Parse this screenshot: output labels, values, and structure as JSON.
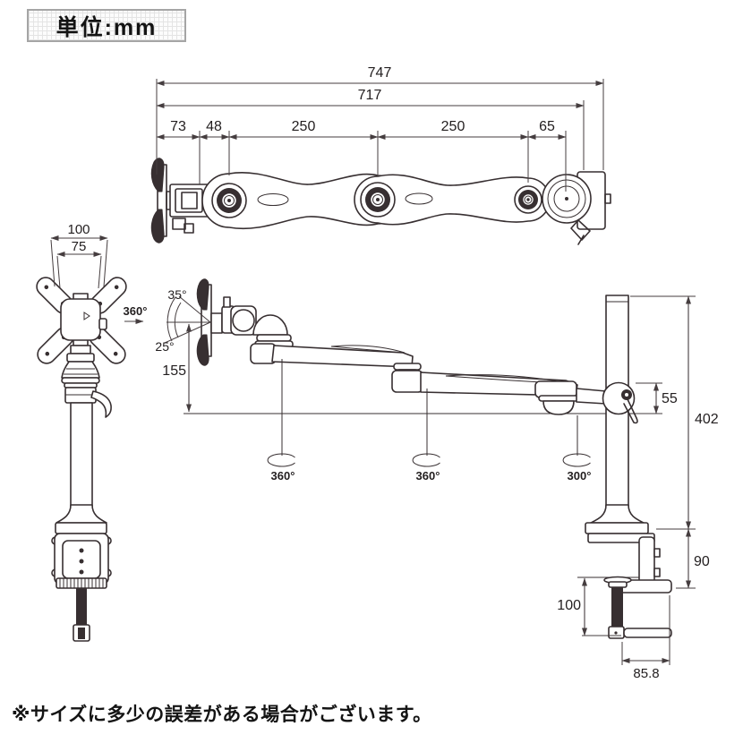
{
  "unit_box": {
    "label": "単位:mm"
  },
  "note": "※サイズに多少の誤差がある場合がございます。",
  "colors": {
    "line": "#372f31",
    "text": "#221e1f",
    "background": "#ffffff",
    "grid_bg": "#fcfcfc"
  },
  "top_view": {
    "dim_total": "747",
    "dim_span": "717",
    "dim_seg1": "73",
    "dim_seg2": "48",
    "dim_seg3": "250",
    "dim_seg4": "250",
    "dim_seg5": "65"
  },
  "front_view": {
    "dim_outer": "100",
    "dim_inner": "75",
    "rotation": "360°"
  },
  "side_view": {
    "angle_up": "35°",
    "angle_down": "25°",
    "dim_head_height": "155",
    "rot_joint1": "360°",
    "rot_joint2": "360°",
    "rot_pole": "300°",
    "dim_collar": "55",
    "dim_pole": "402",
    "dim_clamp": "90",
    "dim_screw": "100",
    "dim_depth": "85.8"
  }
}
